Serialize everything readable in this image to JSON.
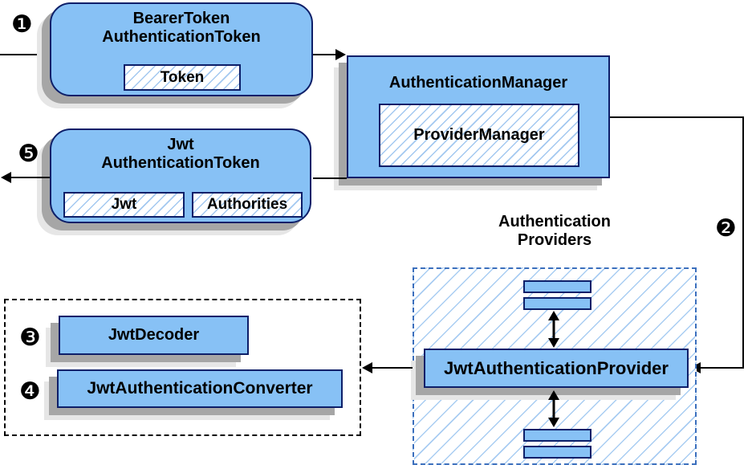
{
  "diagram": {
    "nodes": {
      "bearer_token": {
        "title_line1": "BearerToken",
        "title_line2": "AuthenticationToken",
        "chips": [
          "Token"
        ]
      },
      "authentication_manager": {
        "title": "AuthenticationManager",
        "chips": [
          "ProviderManager"
        ]
      },
      "jwt_authentication_token": {
        "title_line1": "Jwt",
        "title_line2": "AuthenticationToken",
        "chips": [
          "Jwt",
          "Authorities"
        ]
      },
      "authentication_providers_group": {
        "label_line1": "Authentication",
        "label_line2": "Providers"
      },
      "jwt_authentication_provider": {
        "title": "JwtAuthenticationProvider"
      },
      "jwt_decoder": {
        "title": "JwtDecoder"
      },
      "jwt_authentication_converter": {
        "title": "JwtAuthenticationConverter"
      }
    },
    "steps": [
      {
        "id": 1,
        "glyph": "❶"
      },
      {
        "id": 2,
        "glyph": "❷"
      },
      {
        "id": 3,
        "glyph": "❸"
      },
      {
        "id": 4,
        "glyph": "❹"
      },
      {
        "id": 5,
        "glyph": "❺"
      }
    ],
    "colors": {
      "node_fill": "#87C1F5",
      "node_border": "#0D1F69",
      "hatch_line": "#A3C8F0",
      "providers_dash_border": "#3B6FBD",
      "decoders_dash_border": "#000000",
      "shadow_dark": "#A6A6A6",
      "shadow_light": "#E6E6E6",
      "connector": "#000000",
      "text": "#000000",
      "background": "#FFFFFF"
    }
  }
}
